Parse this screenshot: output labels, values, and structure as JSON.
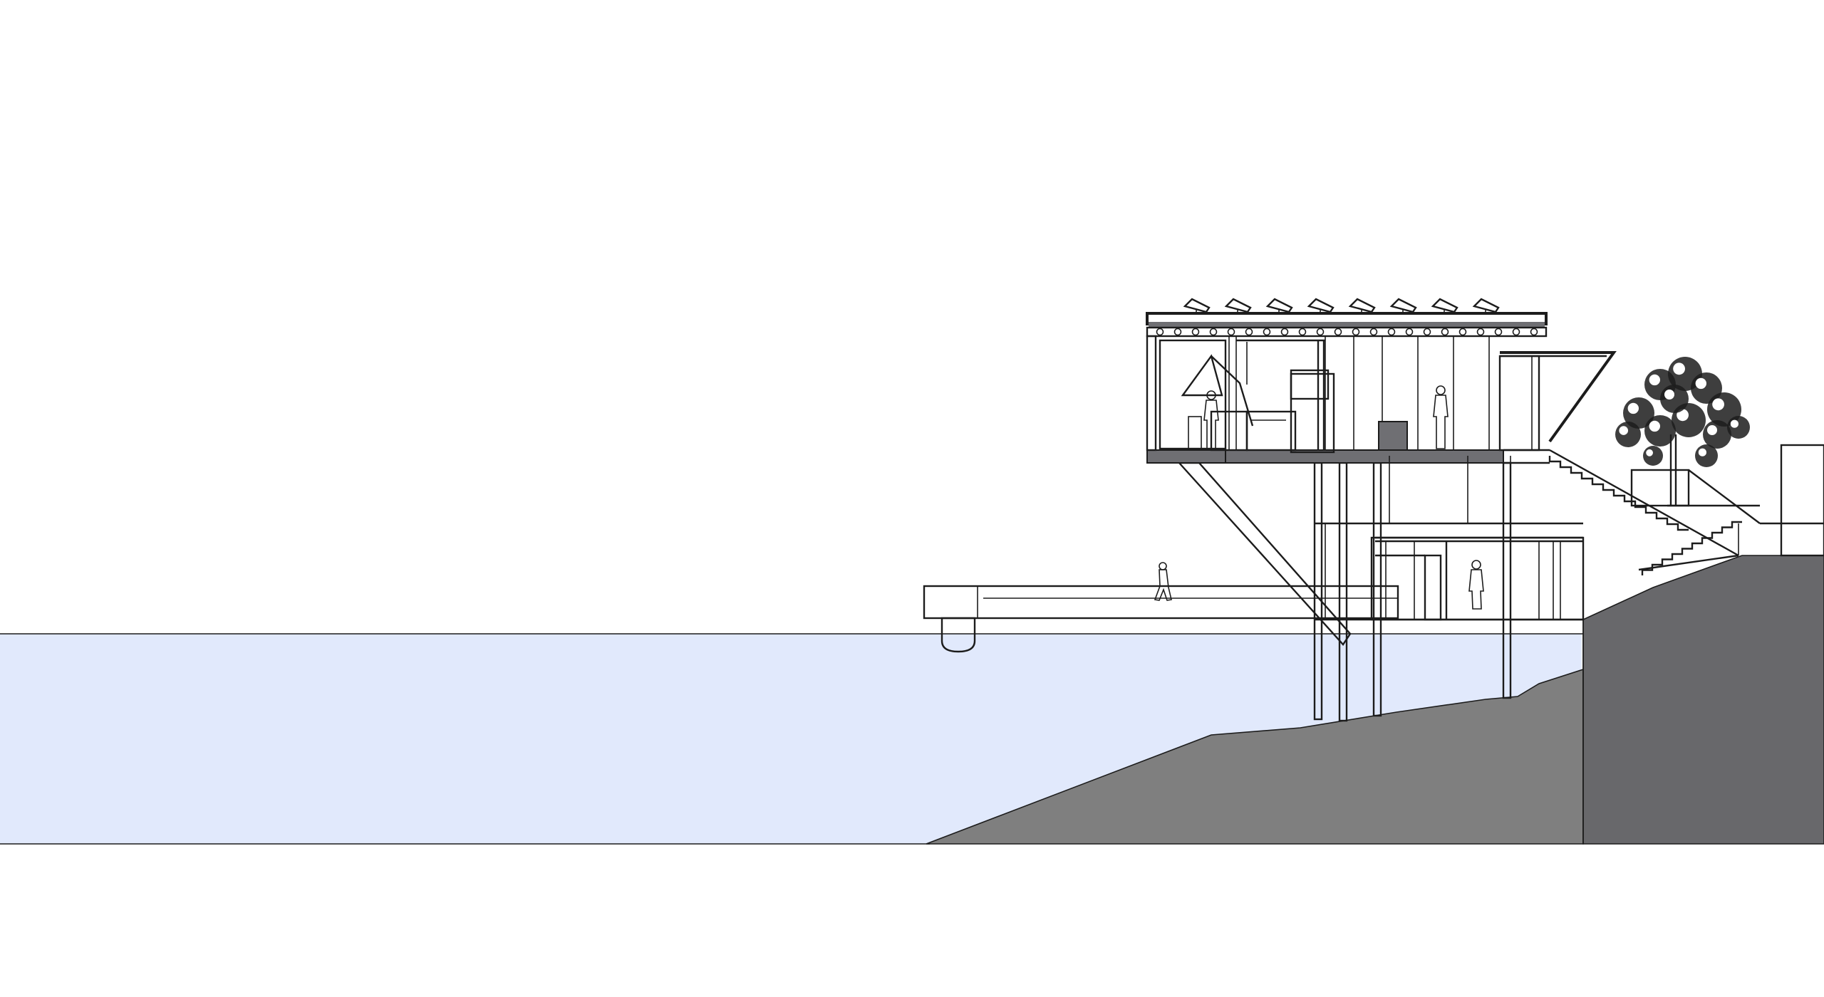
{
  "drawing": {
    "kind": "architectural-section",
    "labels": []
  },
  "colors": {
    "background": "#ffffff",
    "water": "#e1e9fc",
    "ground": "#7f7f7f",
    "retaining_wall": "#68686b",
    "slab": "#6f6f73",
    "line": "#1c1c1c"
  },
  "figures": {
    "people_count": 4,
    "solar_panels_count": 8,
    "trees_count": 1
  }
}
